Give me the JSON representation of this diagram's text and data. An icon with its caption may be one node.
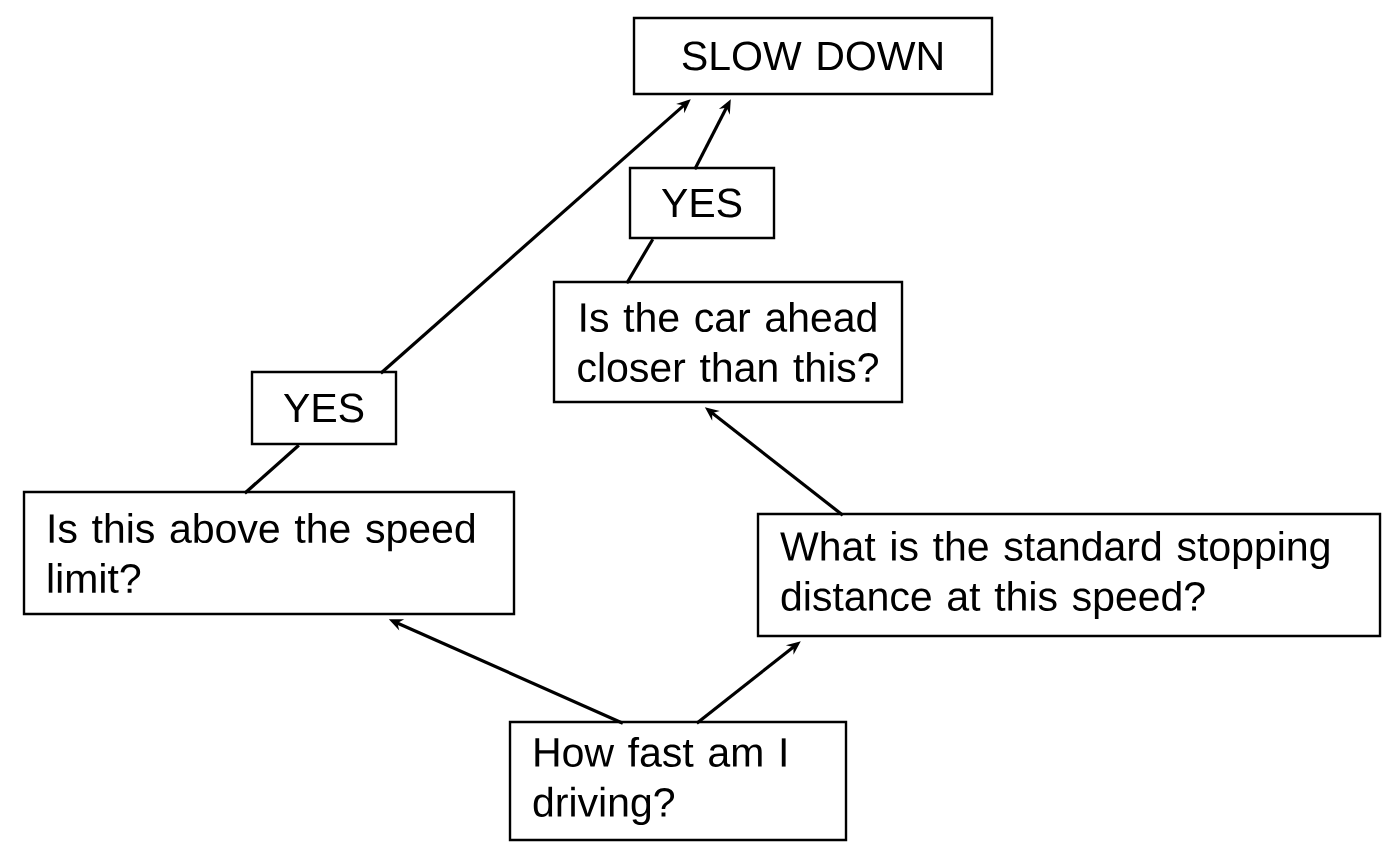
{
  "diagram": {
    "nodes": [
      {
        "text": [
          "SLOW DOWN"
        ]
      },
      {
        "text": [
          "YES"
        ]
      },
      {
        "text": [
          "Is the car ahead closer than this?"
        ]
      },
      {
        "text": [
          "YES"
        ]
      },
      {
        "text": [
          "Is this above the speed limit?"
        ]
      },
      {
        "text": [
          "What is the standard stopping distance at this speed?"
        ]
      },
      {
        "text": [
          "How fast am I driving?"
        ]
      }
    ],
    "edges": [
      {
        "from": 6,
        "to": 4,
        "arrow": "to"
      },
      {
        "from": 6,
        "to": 5,
        "arrow": "to"
      },
      {
        "from": 5,
        "to": 2,
        "arrow": "to"
      },
      {
        "from": 2,
        "to": 1,
        "arrow": "none"
      },
      {
        "from": 1,
        "to": 0,
        "arrow": "to"
      },
      {
        "from": 4,
        "to": 3,
        "arrow": "none"
      },
      {
        "from": 3,
        "to": 0,
        "arrow": "to"
      }
    ]
  }
}
